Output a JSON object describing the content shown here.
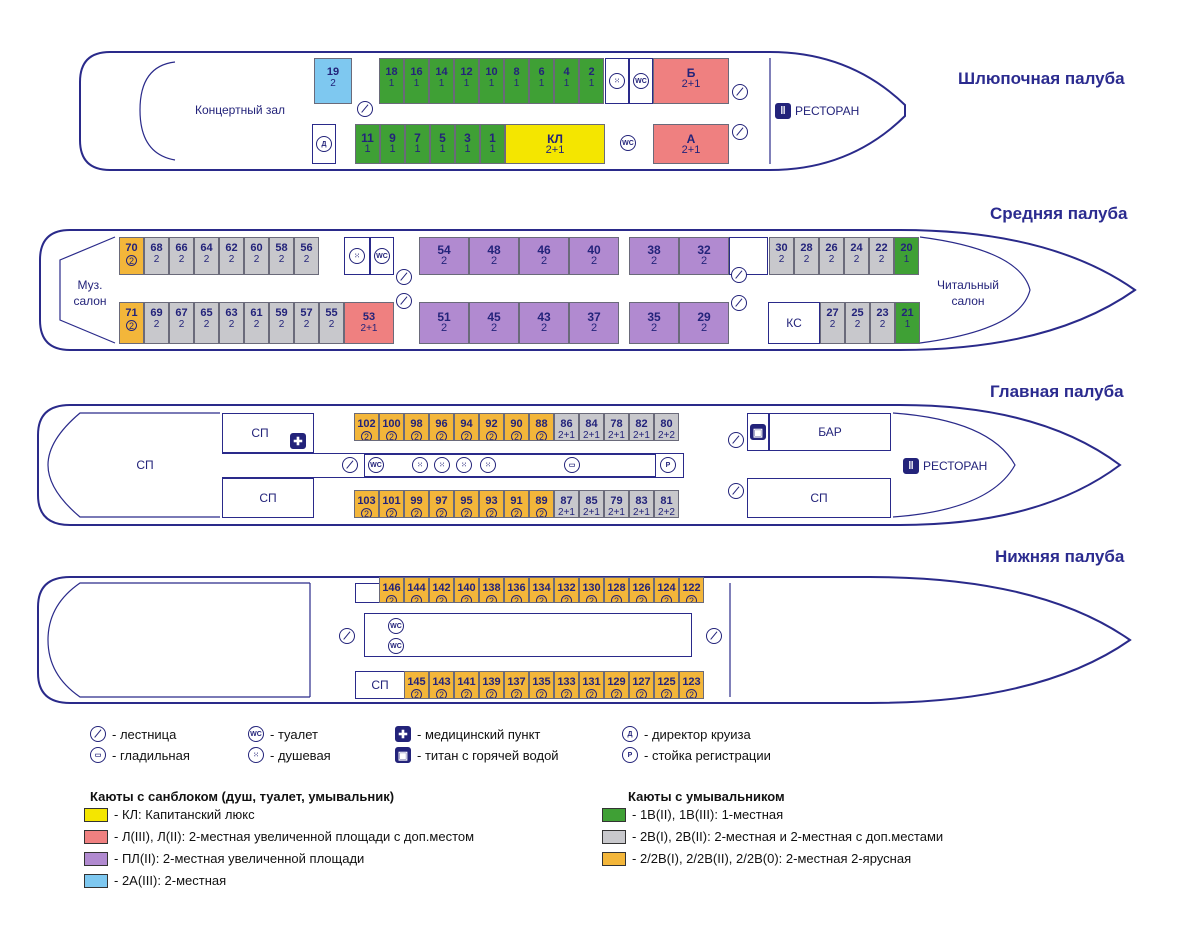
{
  "decks": {
    "boat": "Шлюпочная палуба",
    "middle": "Средняя палуба",
    "main": "Главная палуба",
    "lower": "Нижняя палуба"
  },
  "rooms": {
    "concert_hall": "Концертный зал",
    "restaurant": "РЕСТОРАН",
    "music_salon_1": "Муз.",
    "music_salon_2": "салон",
    "reading_salon_1": "Читальный",
    "reading_salon_2": "салон",
    "ks": "КС",
    "sp": "СП",
    "bar": "БАР"
  },
  "cabins": {
    "boat_top": [
      [
        "19",
        "2",
        "b"
      ],
      [
        "18",
        "1",
        "g"
      ],
      [
        "16",
        "1",
        "g"
      ],
      [
        "14",
        "1",
        "g"
      ],
      [
        "12",
        "1",
        "g"
      ],
      [
        "10",
        "1",
        "g"
      ],
      [
        "8",
        "1",
        "g"
      ],
      [
        "6",
        "1",
        "g"
      ],
      [
        "4",
        "1",
        "g"
      ],
      [
        "2",
        "1",
        "g"
      ]
    ],
    "boat_bottom": [
      [
        "11",
        "1",
        "g"
      ],
      [
        "9",
        "1",
        "g"
      ],
      [
        "7",
        "1",
        "g"
      ],
      [
        "5",
        "1",
        "g"
      ],
      [
        "3",
        "1",
        "g"
      ],
      [
        "1",
        "1",
        "g"
      ]
    ],
    "boat_kl": [
      "КЛ",
      "2+1"
    ],
    "boat_b": [
      "Б",
      "2+1"
    ],
    "boat_a": [
      "А",
      "2+1"
    ],
    "mid_top_left": [
      [
        "70",
        "②",
        "o"
      ],
      [
        "68",
        "2",
        "gr"
      ],
      [
        "66",
        "2",
        "gr"
      ],
      [
        "64",
        "2",
        "gr"
      ],
      [
        "62",
        "2",
        "gr"
      ],
      [
        "60",
        "2",
        "gr"
      ],
      [
        "58",
        "2",
        "gr"
      ],
      [
        "56",
        "2",
        "gr"
      ]
    ],
    "mid_top_purple": [
      [
        "54",
        "2"
      ],
      [
        "48",
        "2"
      ],
      [
        "46",
        "2"
      ],
      [
        "40",
        "2"
      ]
    ],
    "mid_top_purple2": [
      [
        "38",
        "2"
      ],
      [
        "32",
        "2"
      ]
    ],
    "mid_top_right": [
      [
        "30",
        "2",
        "gr"
      ],
      [
        "28",
        "2",
        "gr"
      ],
      [
        "26",
        "2",
        "gr"
      ],
      [
        "24",
        "2",
        "gr"
      ],
      [
        "22",
        "2",
        "gr"
      ],
      [
        "20",
        "1",
        "g"
      ]
    ],
    "mid_bot_left": [
      [
        "71",
        "②",
        "o"
      ],
      [
        "69",
        "2",
        "gr"
      ],
      [
        "67",
        "2",
        "gr"
      ],
      [
        "65",
        "2",
        "gr"
      ],
      [
        "63",
        "2",
        "gr"
      ],
      [
        "61",
        "2",
        "gr"
      ],
      [
        "59",
        "2",
        "gr"
      ],
      [
        "57",
        "2",
        "gr"
      ],
      [
        "55",
        "2",
        "gr"
      ]
    ],
    "mid_bot_53": [
      "53",
      "2+1"
    ],
    "mid_bot_purple": [
      [
        "51",
        "2"
      ],
      [
        "45",
        "2"
      ],
      [
        "43",
        "2"
      ],
      [
        "37",
        "2"
      ]
    ],
    "mid_bot_purple2": [
      [
        "35",
        "2"
      ],
      [
        "29",
        "2"
      ]
    ],
    "mid_bot_right": [
      [
        "27",
        "2",
        "gr"
      ],
      [
        "25",
        "2",
        "gr"
      ],
      [
        "23",
        "2",
        "gr"
      ],
      [
        "21",
        "1",
        "g"
      ]
    ],
    "main_top": [
      [
        "102",
        "②",
        "o"
      ],
      [
        "100",
        "②",
        "o"
      ],
      [
        "98",
        "②",
        "o"
      ],
      [
        "96",
        "②",
        "o"
      ],
      [
        "94",
        "②",
        "o"
      ],
      [
        "92",
        "②",
        "o"
      ],
      [
        "90",
        "②",
        "o"
      ],
      [
        "88",
        "②",
        "o"
      ],
      [
        "86",
        "2+1",
        "gr"
      ],
      [
        "84",
        "2+1",
        "gr"
      ],
      [
        "78",
        "2+1",
        "gr"
      ],
      [
        "82",
        "2+1",
        "gr"
      ],
      [
        "80",
        "2+2",
        "gr"
      ]
    ],
    "main_bot": [
      [
        "103",
        "②",
        "o"
      ],
      [
        "101",
        "②",
        "o"
      ],
      [
        "99",
        "②",
        "o"
      ],
      [
        "97",
        "②",
        "o"
      ],
      [
        "95",
        "②",
        "o"
      ],
      [
        "93",
        "②",
        "o"
      ],
      [
        "91",
        "②",
        "o"
      ],
      [
        "89",
        "②",
        "o"
      ],
      [
        "87",
        "2+1",
        "gr"
      ],
      [
        "85",
        "2+1",
        "gr"
      ],
      [
        "79",
        "2+1",
        "gr"
      ],
      [
        "83",
        "2+1",
        "gr"
      ],
      [
        "81",
        "2+2",
        "gr"
      ]
    ],
    "lower_top": [
      [
        "146",
        "②"
      ],
      [
        "144",
        "②"
      ],
      [
        "142",
        "②"
      ],
      [
        "140",
        "②"
      ],
      [
        "138",
        "②"
      ],
      [
        "136",
        "②"
      ],
      [
        "134",
        "②"
      ],
      [
        "132",
        "②"
      ],
      [
        "130",
        "②"
      ],
      [
        "128",
        "②"
      ],
      [
        "126",
        "②"
      ],
      [
        "124",
        "②"
      ],
      [
        "122",
        "②"
      ]
    ],
    "lower_bot": [
      [
        "145",
        "②"
      ],
      [
        "143",
        "②"
      ],
      [
        "141",
        "②"
      ],
      [
        "139",
        "②"
      ],
      [
        "137",
        "②"
      ],
      [
        "135",
        "②"
      ],
      [
        "133",
        "②"
      ],
      [
        "131",
        "②"
      ],
      [
        "129",
        "②"
      ],
      [
        "127",
        "②"
      ],
      [
        "125",
        "②"
      ],
      [
        "123",
        "②"
      ]
    ]
  },
  "icon_text": {
    "wc": "WC",
    "d": "Д",
    "p": "P",
    "plus": "✚",
    "fork": "🍴"
  },
  "legend": {
    "stairs": "- лестница",
    "ironing": "- гладильная",
    "toilet": "- туалет",
    "shower": "- душевая",
    "medical": "- медицинский пункт",
    "boiler": "- титан с горячей водой",
    "director": "- директор круиза",
    "reception": "- стойка регистрации",
    "heading_left": "Каюты с санблоком (душ, туалет, умывальник)",
    "heading_right": "Каюты с умывальником",
    "kl": "- КЛ: Капитанский люкс",
    "l": "- Л(III), Л(II): 2-местная увеличенной площади с доп.местом",
    "pl": "- ПЛ(II): 2-местная увеличенной площади",
    "a2": "- 2А(III): 2-местная",
    "v1": "- 1В(II), 1В(III): 1-местная",
    "v2": "- 2В(I), 2В(II): 2-местная и 2-местная с доп.местами",
    "v22": "- 2/2В(I), 2/2В(II), 2/2В(0): 2-местная 2-ярусная"
  },
  "colors": {
    "green": "#3fa035",
    "grey": "#c8c8cc",
    "orange": "#f3b63a",
    "purple": "#b18ad0",
    "red": "#ef8080",
    "yellow": "#f4e600",
    "blue": "#7ec8f0",
    "navy": "#2a2a8a"
  }
}
